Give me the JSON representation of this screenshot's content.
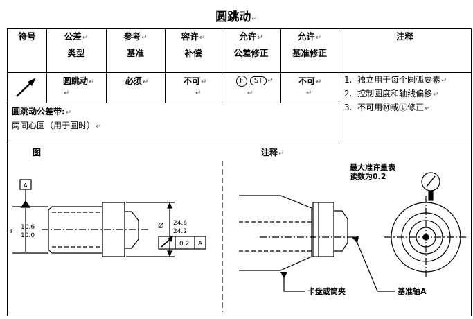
{
  "title": "圆跳动",
  "header": {
    "symbol": "符号",
    "tolerance_type": [
      "公差",
      "类型"
    ],
    "reference_datum": [
      "参考",
      "基准"
    ],
    "allowed_compensation": [
      "容许",
      "补偿"
    ],
    "allowed_tolerance_mod": [
      "允许",
      "公差修正"
    ],
    "allowed_datum_mod": [
      "允许",
      "基准修正"
    ],
    "notes": "注释"
  },
  "row": {
    "type": "圆跳动",
    "datum": "必须",
    "compensation": "不可",
    "tol_mod_f": "F",
    "tol_mod_st": "ST",
    "datum_mod": "不可"
  },
  "tolerance_zone": {
    "label": "圆跳动公差带:",
    "value": "两同心圆（用于圆时）"
  },
  "notes": [
    {
      "num": "1.",
      "text": "独立用于每个圆弧要素"
    },
    {
      "num": "2.",
      "text": "控制圆度和轴线偏移"
    },
    {
      "num": "3.",
      "text": "不可用Ⓜ或Ⓛ修正"
    }
  ],
  "figure": {
    "label_left": "图",
    "label_right": "注释",
    "datum_box": "A",
    "dim_left_top": "10.6",
    "dim_left_bottom": "10.0",
    "dim_diam_top": "24.6",
    "dim_diam_bottom": "24.2",
    "diam_symbol": "Ø",
    "fcf_tol": "0.2",
    "fcf_datum": "A",
    "indicator_label": [
      "最大准许量表",
      "读数为0.2"
    ],
    "chuck_label": "卡盘或筒夹",
    "datum_axis_label": "基准轴A"
  },
  "mark": "↵"
}
